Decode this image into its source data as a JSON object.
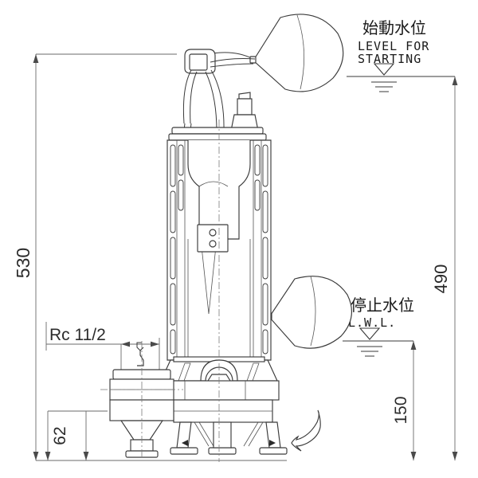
{
  "drawing": {
    "title": "Submersible pump outline dimensional drawing",
    "units": "mm",
    "line_color": "#3a3a3a",
    "text_color": "#1a1a1a",
    "background": "#ffffff"
  },
  "dimensions": {
    "overall_height": "530",
    "level_for_starting_height": "490",
    "stop_level_height": "150",
    "discharge_center_height": "62"
  },
  "callouts": {
    "discharge_thread": "Rc 11/2"
  },
  "water_levels": {
    "start": {
      "cjk": "始動水位",
      "latin_line1": "LEVEL FOR",
      "latin_line2": "STARTING"
    },
    "stop": {
      "cjk": "停止水位",
      "latin_line1": "L.W.L.",
      "latin_line2": ""
    }
  },
  "components": {
    "upper_float": "upper-float-switch",
    "lower_float": "lower-float-switch",
    "motor_housing": "motor-housing-with-cooling-fins",
    "lifting_handle": "lifting-handle",
    "cable_gland": "power-cable-gland",
    "discharge_flange": "discharge-port-flange",
    "pump_casing": "pump-casing",
    "base_stand": "base-stand-legs",
    "rotation_arrow": "rotation-direction-arrow"
  }
}
